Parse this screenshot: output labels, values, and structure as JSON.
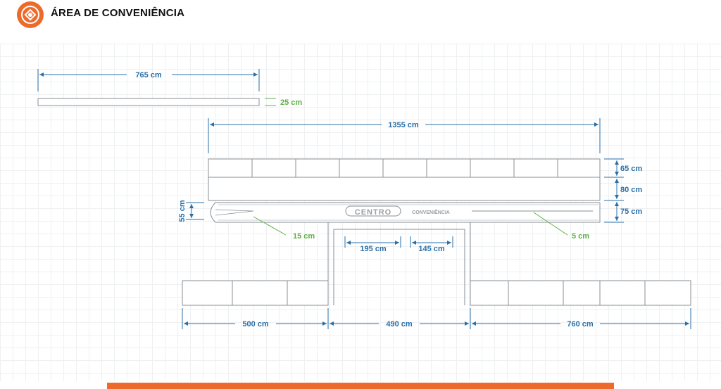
{
  "header": {
    "title": "ÁREA DE CONVENIÊNCIA",
    "logo_icon": "brand-badge-icon"
  },
  "colors": {
    "accent": "#ee6a2a",
    "dimension_blue": "#2a6fa8",
    "dimension_green": "#5cb044",
    "outline": "#8a8f96"
  },
  "sign": {
    "brand": "CENTRO",
    "subtitle": "CONVENIÊNCIA"
  },
  "dimensions": {
    "top_strip_width": "765 cm",
    "top_strip_height": "25 cm",
    "facade_width": "1355 cm",
    "band_top": "65 cm",
    "band_middle": "80 cm",
    "band_bottom": "75 cm",
    "left_cap": "55 cm",
    "left_offset": "15 cm",
    "right_offset": "5 cm",
    "letters_a": "195 cm",
    "letters_b": "145 cm",
    "base_left": "500 cm",
    "base_middle": "490 cm",
    "base_right": "760 cm"
  }
}
